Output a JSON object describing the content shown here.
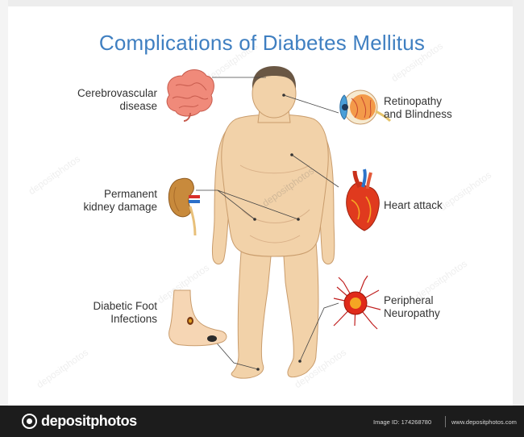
{
  "title": "Complications of Diabetes Mellitus",
  "colors": {
    "title": "#3f7fc1",
    "skin": "#f2d2a9",
    "footer": "#1c1c1c"
  },
  "labels": {
    "cerebrovascular": {
      "line1": "Cerebrovascular",
      "line2": "disease"
    },
    "kidney": {
      "line1": "Permanent",
      "line2": "kidney damage"
    },
    "foot": {
      "line1": "Diabetic Foot",
      "line2": "Infections"
    },
    "retinopathy": {
      "line1": "Retinopathy",
      "line2": "and Blindness"
    },
    "heart": {
      "line1": "Heart attack"
    },
    "neuropathy": {
      "line1": "Peripheral",
      "line2": "Neuropathy"
    }
  },
  "icons": [
    "brain-icon",
    "kidney-icon",
    "foot-icon",
    "eye-icon",
    "heart-icon",
    "neuron-icon",
    "body-figure"
  ],
  "watermark": "depositphotos",
  "footer": {
    "brand": "depositphotos",
    "image_id": "Image ID: 174268780",
    "url": "www.depositphotos.com"
  }
}
